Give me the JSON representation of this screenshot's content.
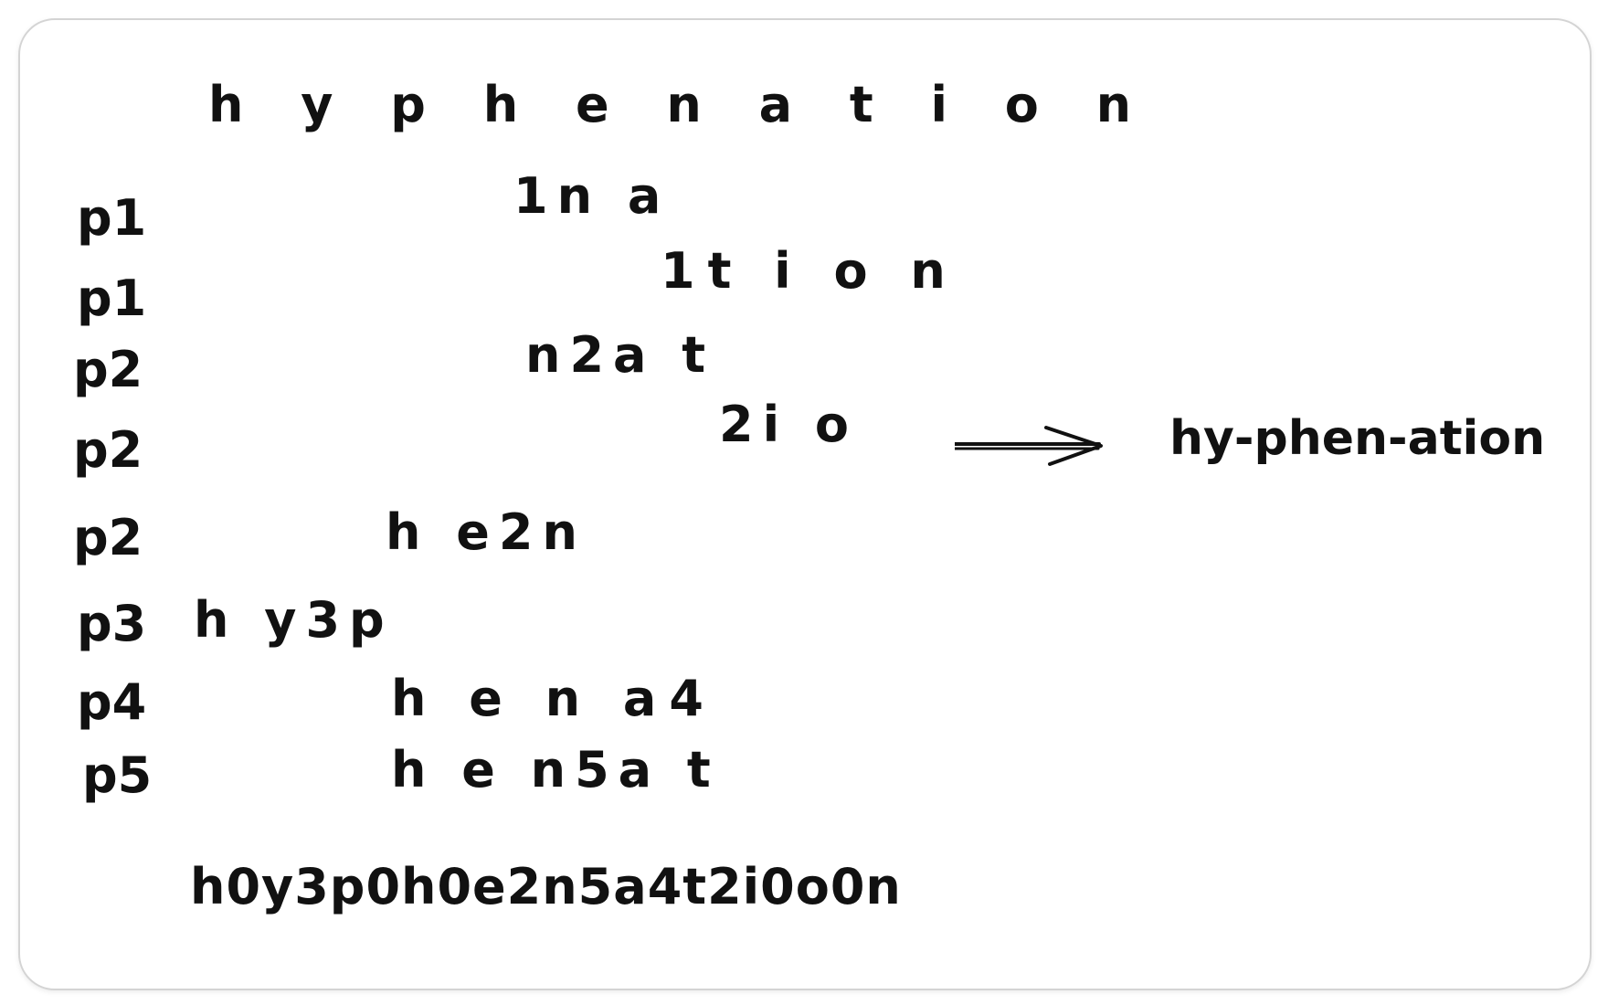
{
  "word": "h y p h e n a t i o n",
  "rows": [
    {
      "label": "p1",
      "pattern": "1n a"
    },
    {
      "label": "p1",
      "pattern": "1t i o n"
    },
    {
      "label": "p2",
      "pattern": "n2a t"
    },
    {
      "label": "p2",
      "pattern": "2i o"
    },
    {
      "label": "p2",
      "pattern": "h e2n"
    },
    {
      "label": "p3",
      "pattern": "h y3p"
    },
    {
      "label": "p4",
      "pattern": "h e n a4"
    },
    {
      "label": "p5",
      "pattern": "h e n5a t"
    }
  ],
  "combined": "h0y3p0h0e2n5a4t2i0o0n",
  "result": "hy-phen-ation",
  "colors": {
    "ink": "#111111",
    "border": "#d4d4d4",
    "background": "#ffffff"
  }
}
